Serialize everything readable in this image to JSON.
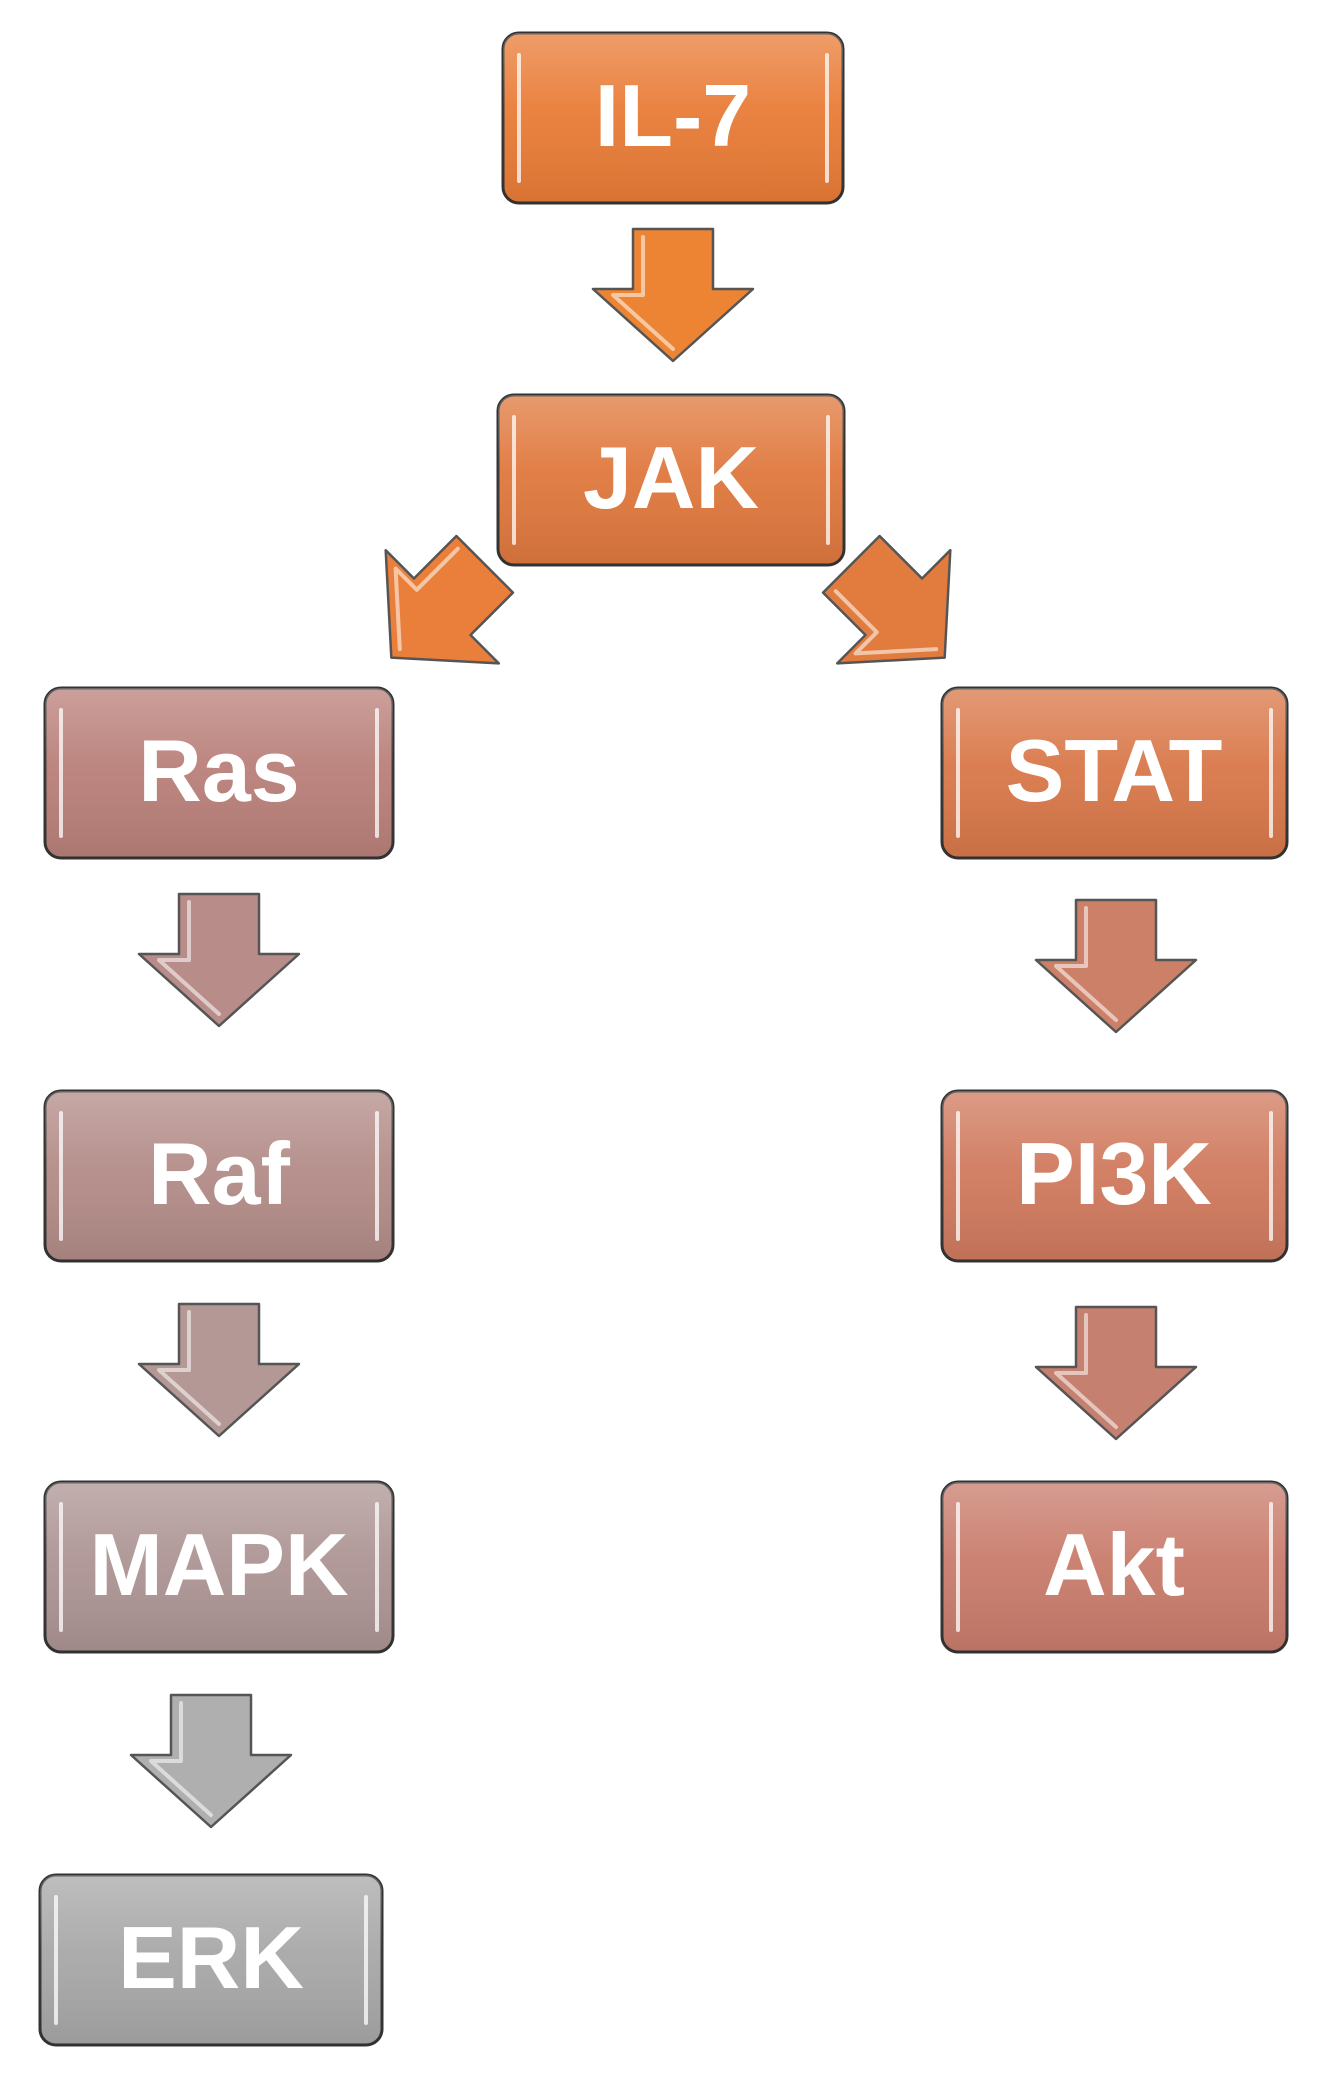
{
  "diagram": {
    "nodes": [
      {
        "id": "il7",
        "label": "IL-7",
        "color": "#E97C37"
      },
      {
        "id": "jak",
        "label": "JAK",
        "color": "#E0783E"
      },
      {
        "id": "ras",
        "label": "Ras",
        "color": "#BA807A"
      },
      {
        "id": "stat",
        "label": "STAT",
        "color": "#D9784A"
      },
      {
        "id": "raf",
        "label": "Raf",
        "color": "#B38C88"
      },
      {
        "id": "pi3k",
        "label": "PI3K",
        "color": "#D07A5E"
      },
      {
        "id": "mapk",
        "label": "MAPK",
        "color": "#AD9594"
      },
      {
        "id": "akt",
        "label": "Akt",
        "color": "#C97C6C"
      },
      {
        "id": "erk",
        "label": "ERK",
        "color": "#A8A8A8"
      }
    ],
    "edges": [
      {
        "from": "il7",
        "to": "jak",
        "color": "#EC8434"
      },
      {
        "from": "jak",
        "to": "ras",
        "color": "#E97F3B"
      },
      {
        "from": "jak",
        "to": "stat",
        "color": "#E27C3E"
      },
      {
        "from": "ras",
        "to": "raf",
        "color": "#B88C88"
      },
      {
        "from": "stat",
        "to": "pi3k",
        "color": "#CC8068"
      },
      {
        "from": "raf",
        "to": "mapk",
        "color": "#B39896"
      },
      {
        "from": "pi3k",
        "to": "akt",
        "color": "#C68070"
      },
      {
        "from": "mapk",
        "to": "erk",
        "color": "#AFAFAF"
      }
    ]
  }
}
